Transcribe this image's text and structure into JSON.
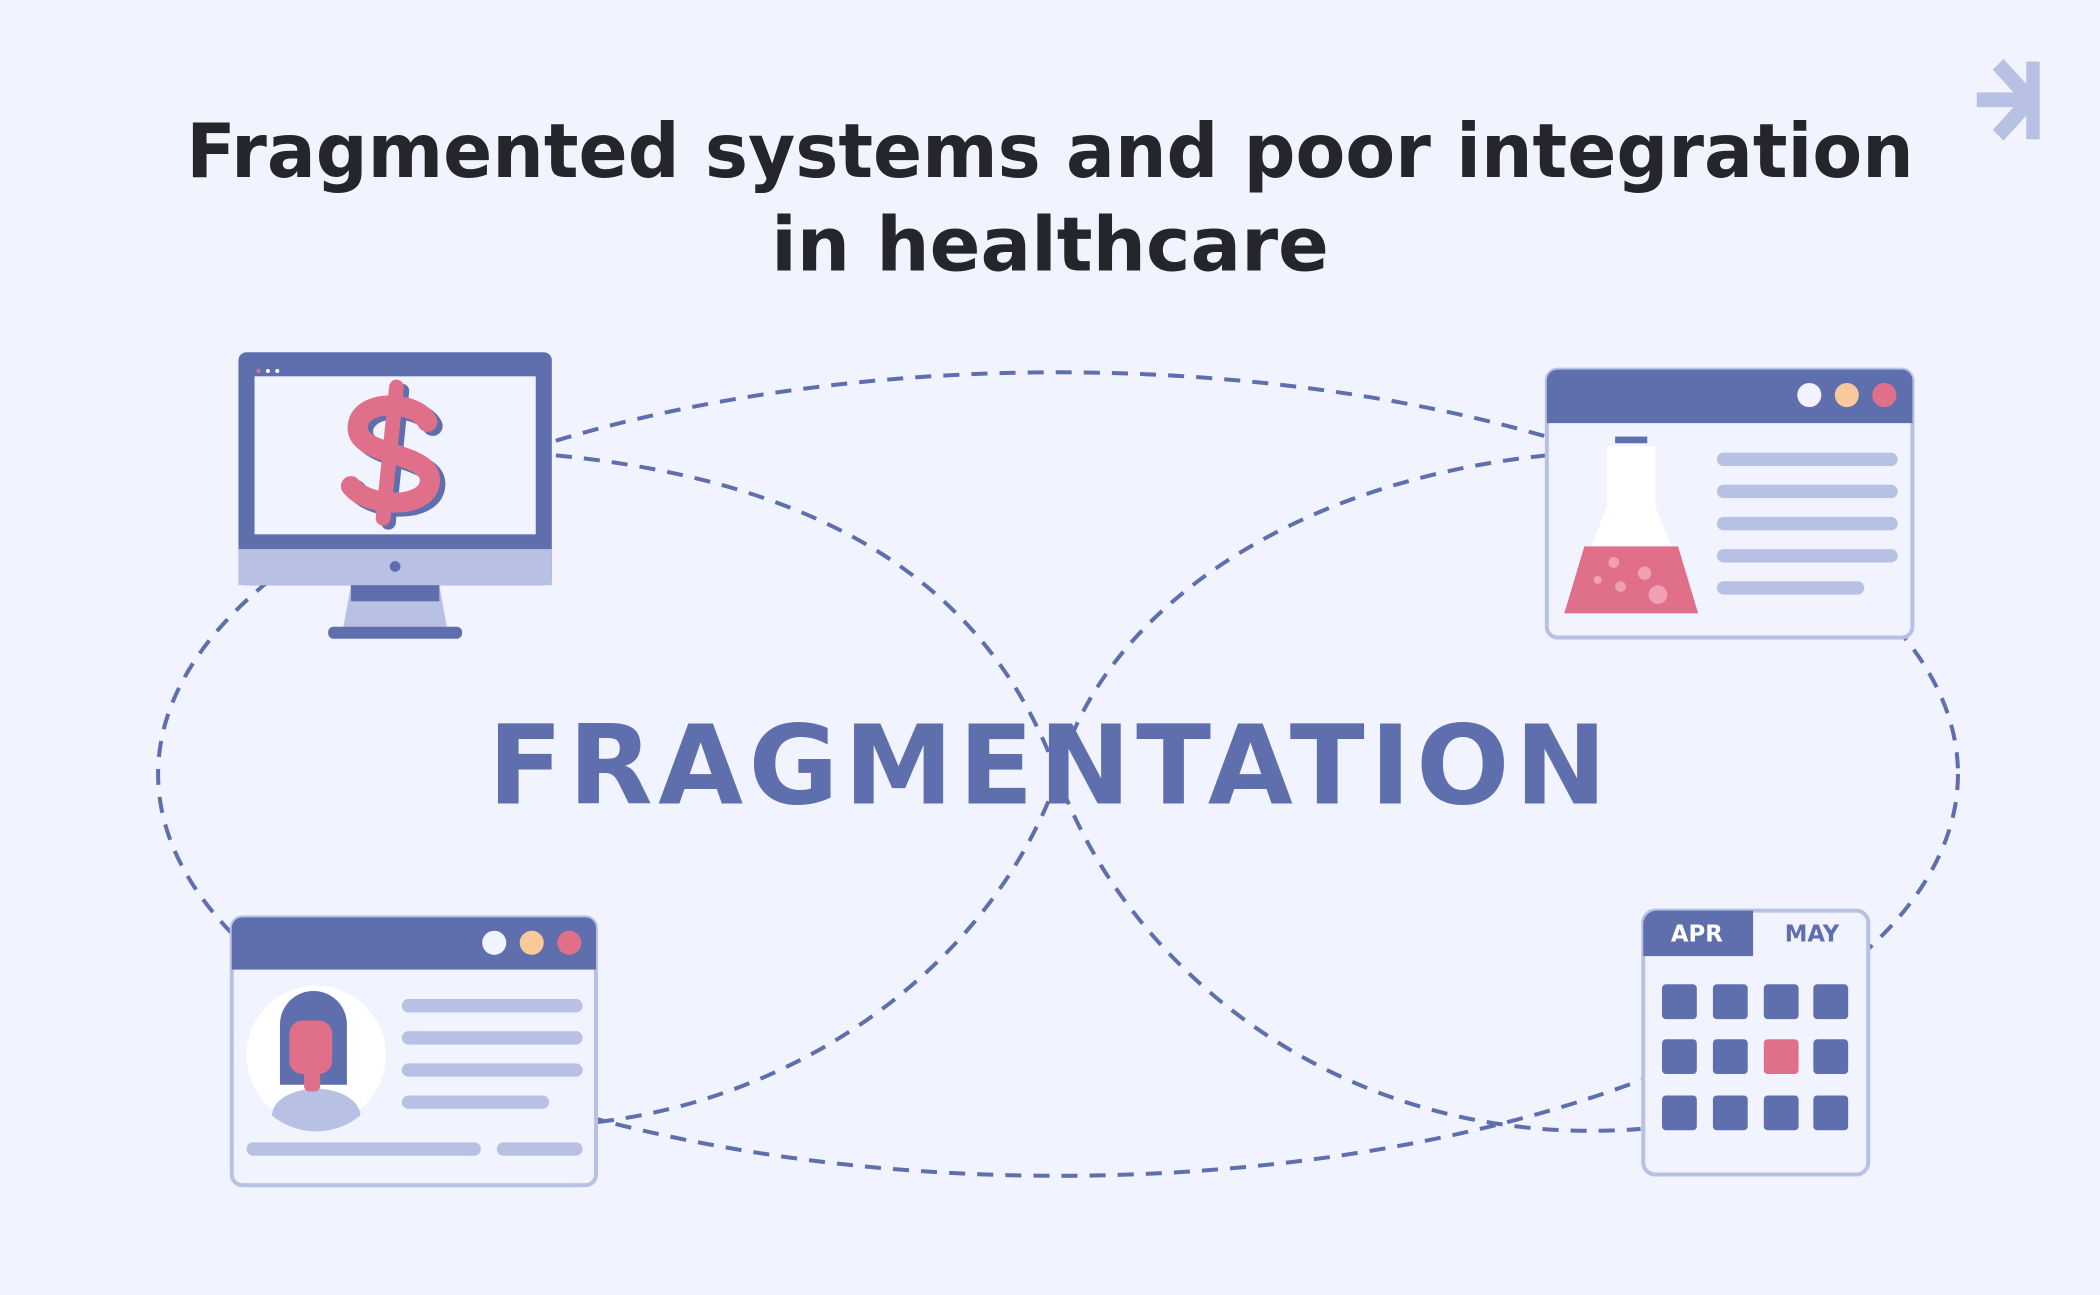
{
  "title": {
    "line1": "Fragmented systems and poor integration",
    "line2": "in healthcare"
  },
  "center_label": "FRAGMENTATION",
  "calendar": {
    "tab_active": "APR",
    "tab_inactive": "MAY"
  },
  "icons": [
    "logo-arrow-icon",
    "monitor-dollar-icon",
    "lab-flask-window-icon",
    "patient-profile-window-icon",
    "calendar-icon"
  ],
  "colors": {
    "background": "#f1f4fe",
    "primary": "#5f6fae",
    "light": "#b8c1e3",
    "accent": "#e0708a",
    "peach": "#f7c99b",
    "title": "#25262b"
  }
}
